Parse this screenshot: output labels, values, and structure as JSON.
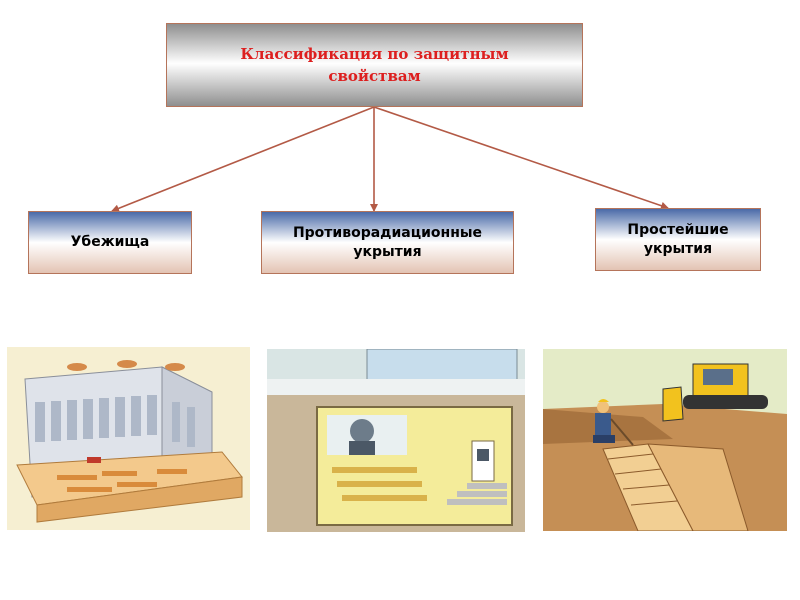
{
  "title": "Классификация по защитным\nсвойствам",
  "categories": [
    {
      "label": "Убежища"
    },
    {
      "label": "Противорадиационные\nукрытия"
    },
    {
      "label": "Простейшие\nукрытия"
    }
  ],
  "colors": {
    "title_text": "#dd1f1f",
    "arrow": "#b35a46",
    "box_border": "#b5745a"
  }
}
